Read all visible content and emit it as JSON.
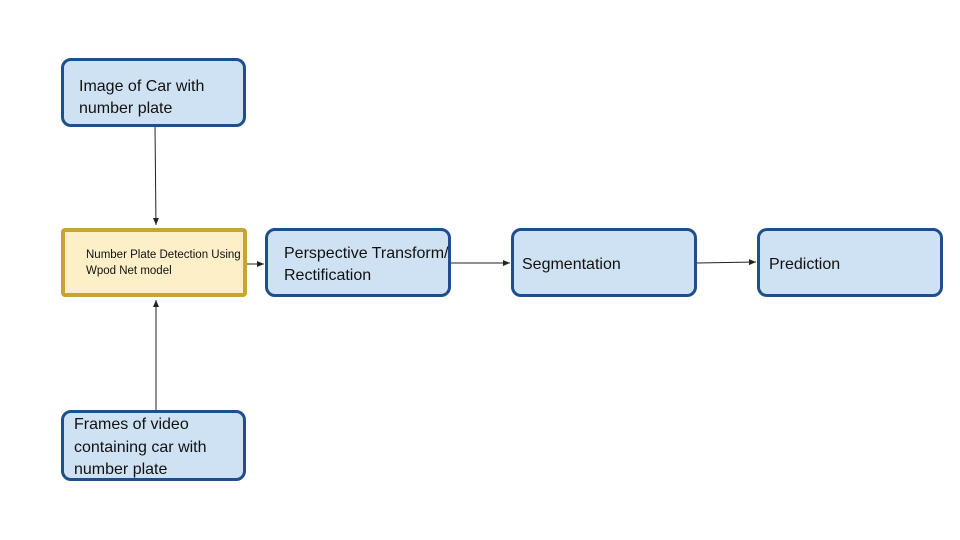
{
  "nodes": {
    "image_input": "Image of Car with number plate",
    "video_input": "Frames of video containing car with number plate",
    "detection": "Number Plate Detection Using Wpod Net model",
    "perspective": "Perspective Transform/Rectification",
    "segmentation": "Segmentation",
    "prediction": "Prediction"
  },
  "edges": [
    {
      "from": "image_input",
      "to": "detection"
    },
    {
      "from": "video_input",
      "to": "detection"
    },
    {
      "from": "detection",
      "to": "perspective"
    },
    {
      "from": "perspective",
      "to": "segmentation"
    },
    {
      "from": "segmentation",
      "to": "prediction"
    }
  ],
  "colors": {
    "box_fill": "#cfe2f3",
    "box_border": "#1f4e8c",
    "highlight_fill": "#fdf0c9",
    "highlight_border": "#c8a431",
    "arrow": "#222222"
  }
}
